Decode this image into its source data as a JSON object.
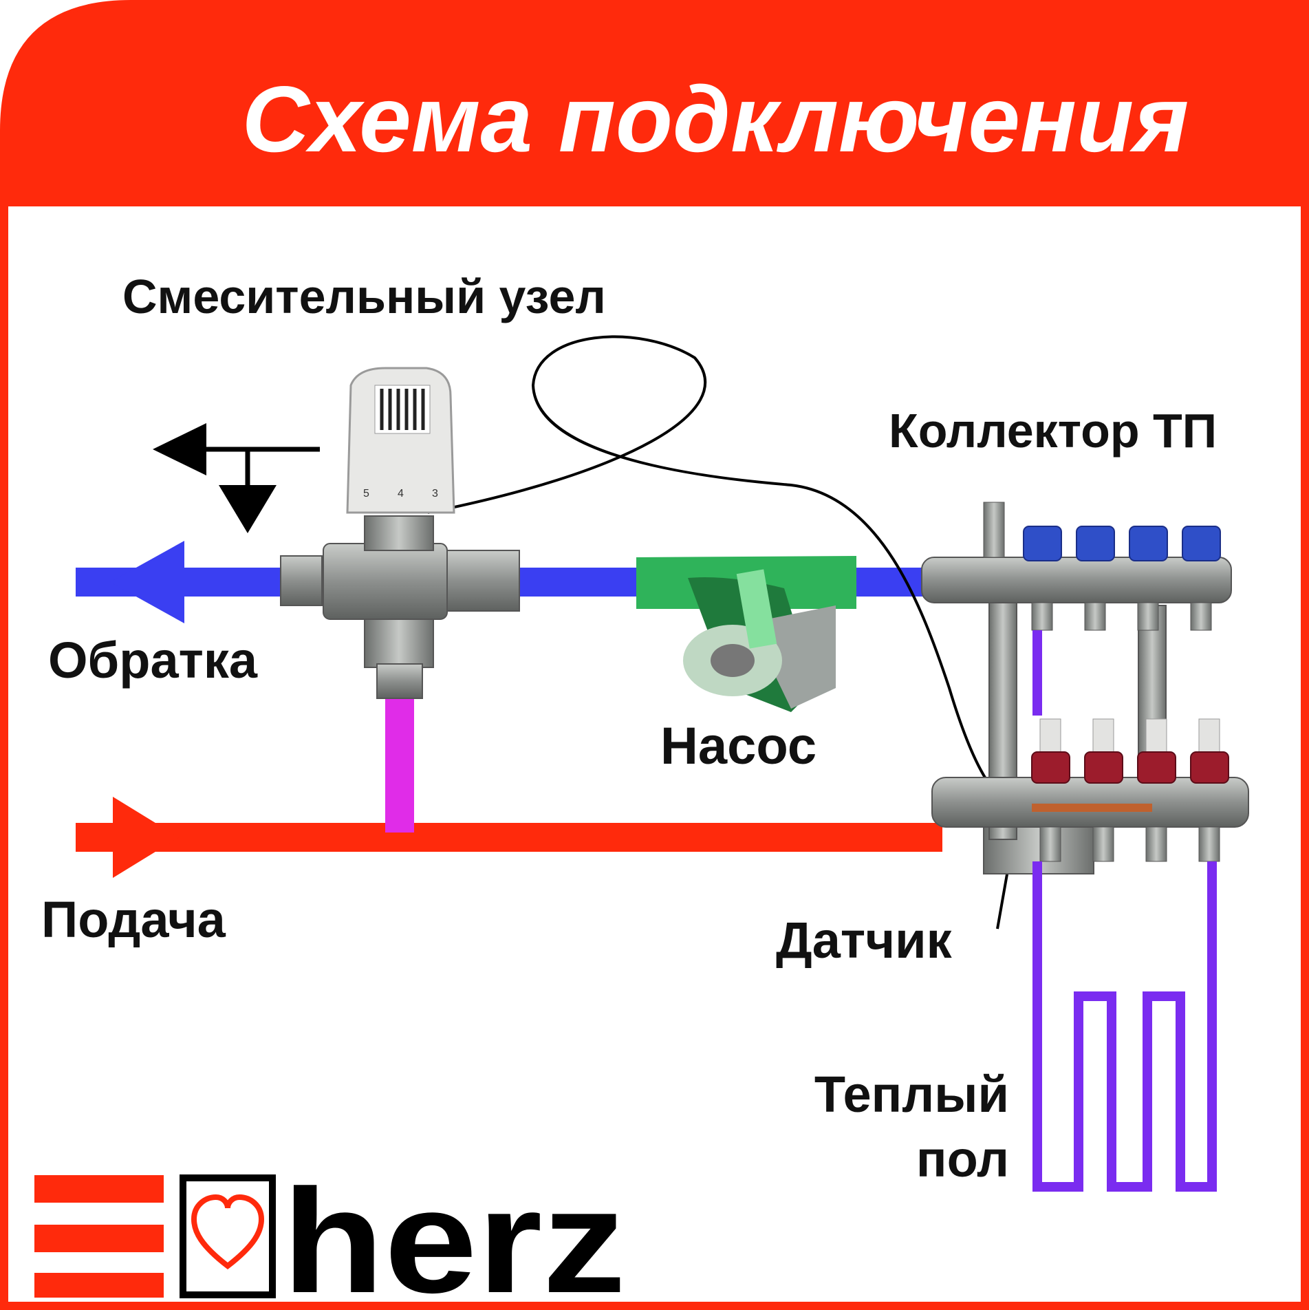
{
  "title": "Схема подключения",
  "labels": {
    "mixing_unit": "Смесительный узел",
    "collector": "Коллектор ТП",
    "return_line": "Обратка",
    "pump": "Насос",
    "supply_line": "Подача",
    "sensor": "Датчик",
    "floor_line1": "Теплый",
    "floor_line2": "пол"
  },
  "valve_scale": [
    "3",
    "4",
    "5"
  ],
  "logo": {
    "brand": "herz"
  },
  "colors": {
    "frame_red": "#ff2a0c",
    "return_blue": "#3a3ff2",
    "supply_red": "#ff2a0c",
    "bypass_magenta": "#e02ce8",
    "floor_loop_purple": "#7a2cf0",
    "pump_green": "#2fb35a",
    "collector_blue_cap": "#2f4fc8",
    "collector_red_cap": "#9c1c2c",
    "metal_grey": "#8d908e",
    "label_black": "#111111"
  },
  "icons": [
    "return-arrow-icon",
    "supply-arrow-icon",
    "bypass-direction-icon",
    "heart-icon"
  ]
}
